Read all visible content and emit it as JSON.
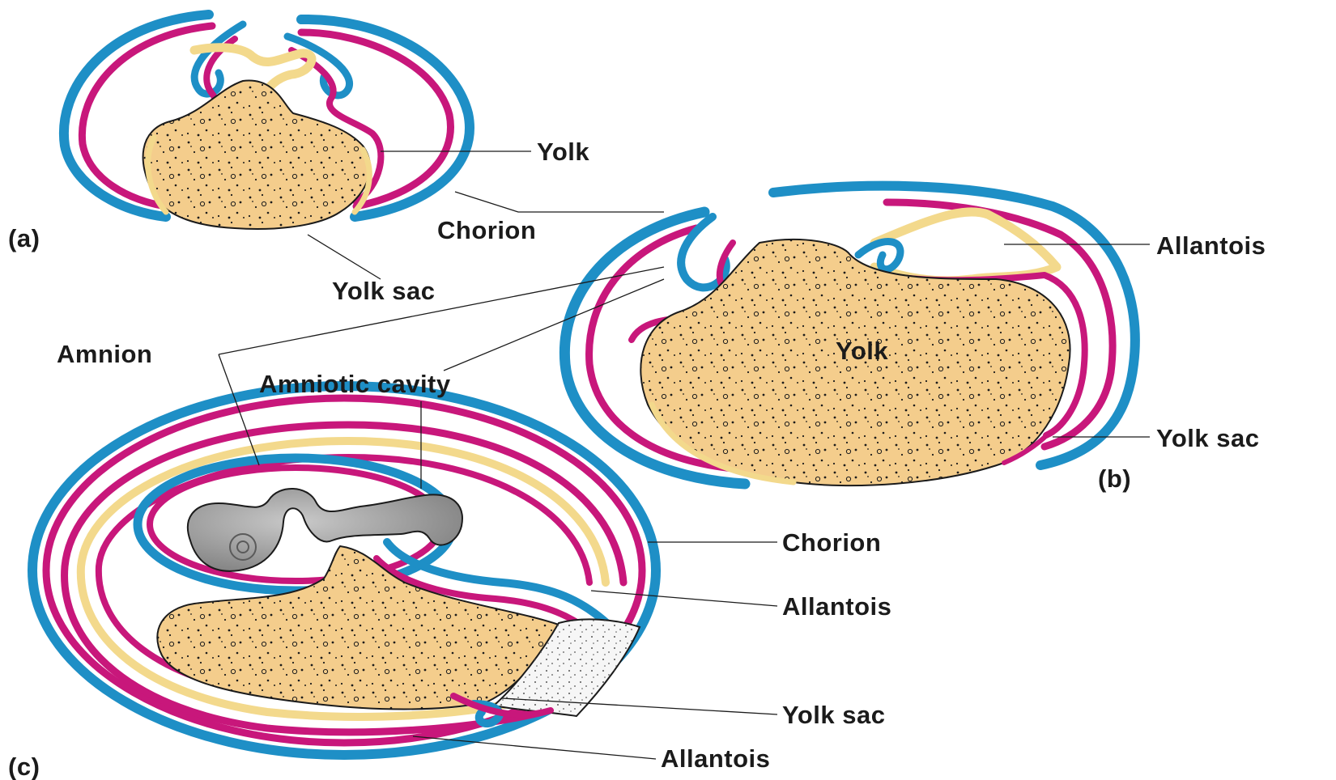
{
  "panels": {
    "a": {
      "letter": "(a)",
      "labels": {
        "yolk": "Yolk",
        "chorion": "Chorion",
        "yolk_sac": "Yolk sac"
      }
    },
    "b": {
      "letter": "(b)",
      "labels": {
        "allantois": "Allantois",
        "yolk_inner": "Yolk",
        "yolk_sac": "Yolk sac"
      }
    },
    "c": {
      "letter": "(c)",
      "labels": {
        "chorion": "Chorion",
        "allantois_upper": "Allantois",
        "yolk_sac": "Yolk sac",
        "allantois_lower": "Allantois"
      }
    }
  },
  "shared_labels": {
    "amnion": "Amnion",
    "amniotic_cavity": "Amniotic cavity"
  },
  "colors": {
    "ectoderm": "#1e8fc6",
    "mesoderm": "#c8177b",
    "endoderm": "#f3d98c",
    "yolk": "#f4cd8c",
    "embryo": "#9a9a9a"
  }
}
